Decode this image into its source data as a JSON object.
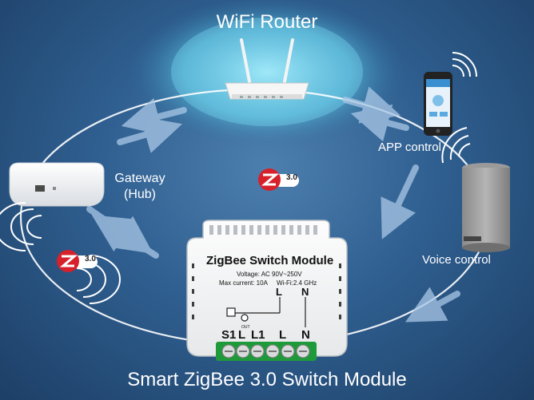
{
  "router": {
    "label": "WiFi Router"
  },
  "gateway": {
    "label_line1": "Gateway",
    "label_line2": "(Hub)"
  },
  "app": {
    "label": "APP control"
  },
  "voice": {
    "label": "Voice control"
  },
  "zigbee_badge": {
    "text": "3.0"
  },
  "module": {
    "title": "ZigBee Switch Module",
    "voltage": "Voltage: AC 90V~250V",
    "current": "Max current: 10A",
    "wifi": "Wi-Fi:2.4 GHz",
    "top_terminal_l": "L",
    "top_terminal_n": "N",
    "bottom_terminals": [
      "S1",
      "L",
      "L1",
      "L",
      "N"
    ],
    "out_label": "OUT"
  },
  "footer": {
    "title": "Smart ZigBee 3.0 Switch Module"
  },
  "colors": {
    "accent": "#d6202a",
    "terminal_green": "#1f9a3a"
  },
  "icons": [
    "router-icon",
    "smartphone-icon",
    "smart-speaker-icon",
    "hub-icon",
    "zigbee-logo-icon"
  ]
}
